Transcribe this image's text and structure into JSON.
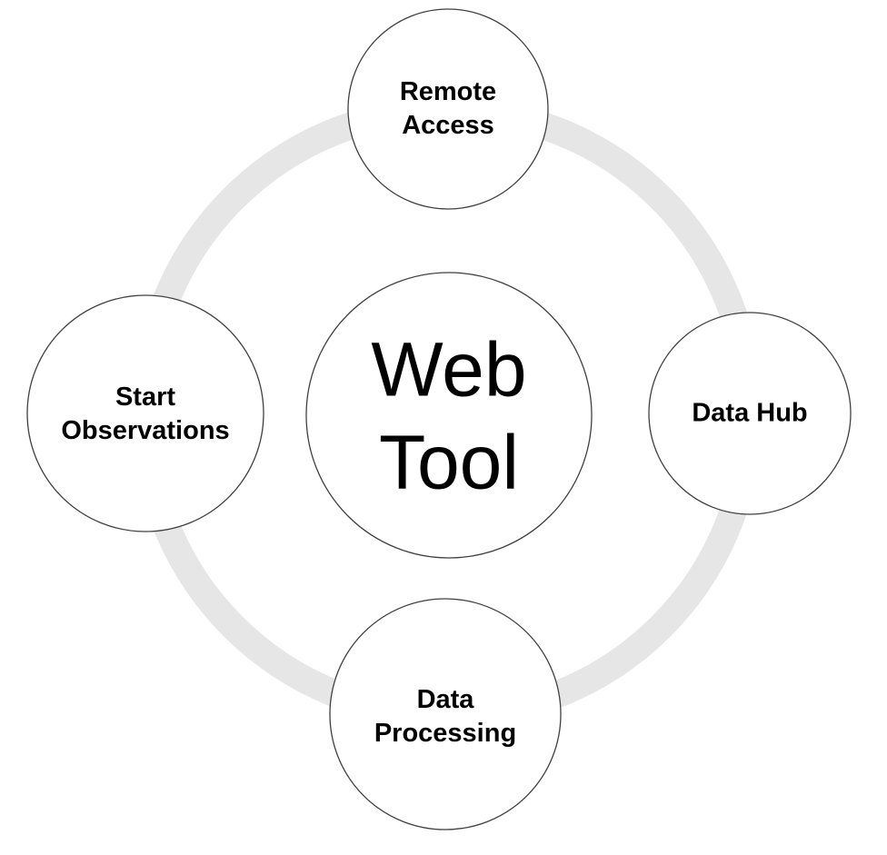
{
  "diagram": {
    "type": "radial-cycle",
    "center": {
      "id": "web-tool",
      "label": "Web Tool"
    },
    "nodes": [
      {
        "id": "remote-access",
        "label": "Remote Access",
        "position": "top"
      },
      {
        "id": "data-hub",
        "label": "Data Hub",
        "position": "right"
      },
      {
        "id": "data-processing",
        "label": "Data Processing",
        "position": "bottom"
      },
      {
        "id": "start-observations",
        "label": "Start Observations",
        "position": "left"
      }
    ],
    "colors": {
      "background": "#ffffff",
      "ring": "#e6e6e6",
      "circle_fill": "#ffffff",
      "circle_border": "#404040",
      "text": "#000000"
    }
  }
}
